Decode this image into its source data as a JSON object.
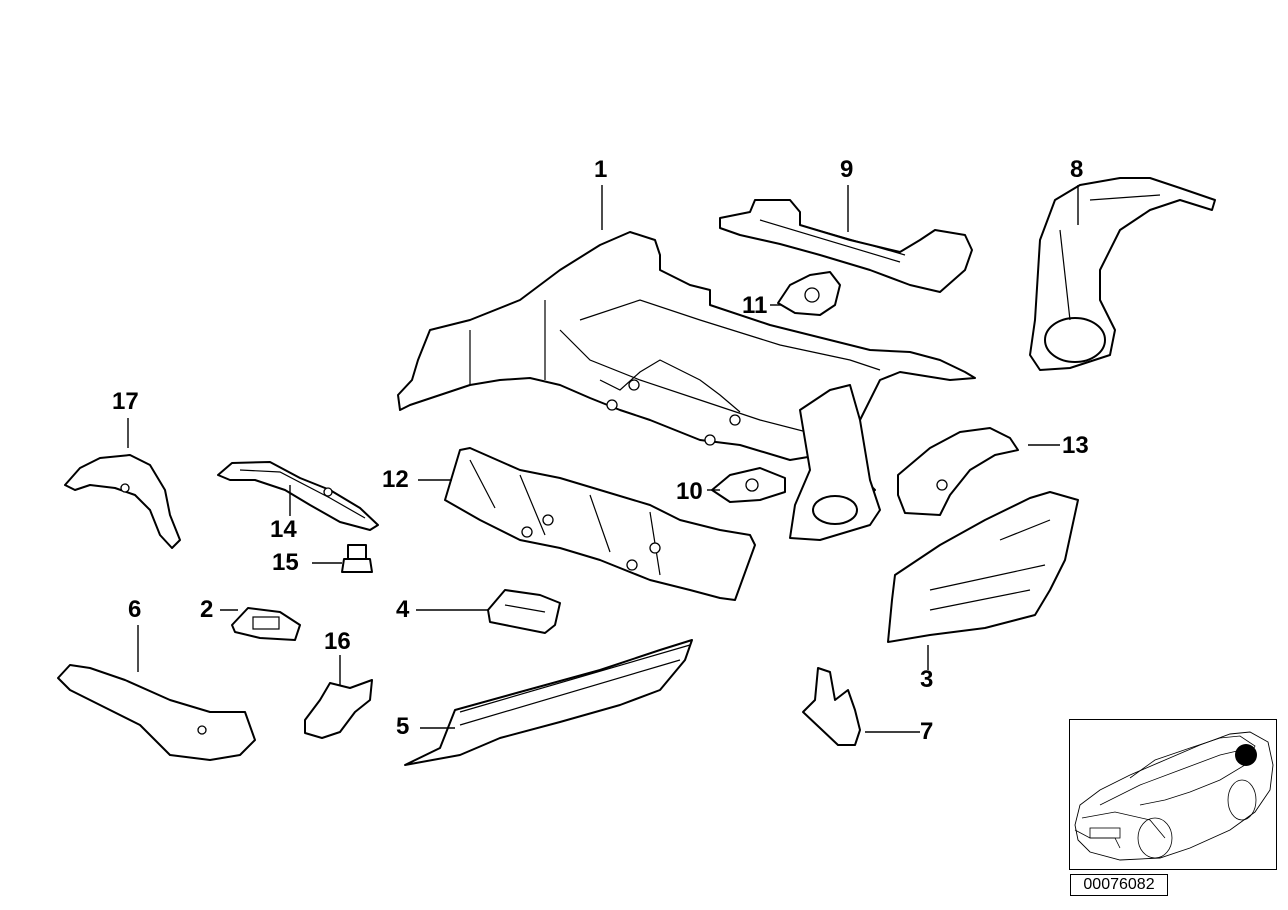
{
  "callouts": {
    "c1": "1",
    "c2": "2",
    "c3": "3",
    "c4": "4",
    "c5": "5",
    "c6": "6",
    "c7": "7",
    "c8": "8",
    "c9": "9",
    "c10": "10",
    "c11": "11",
    "c12": "12",
    "c13": "13",
    "c14": "14",
    "c15": "15",
    "c16": "16",
    "c17": "17"
  },
  "diagram_code": "00076082",
  "colors": {
    "line": "#000000",
    "background": "#ffffff",
    "marker": "#000000"
  }
}
